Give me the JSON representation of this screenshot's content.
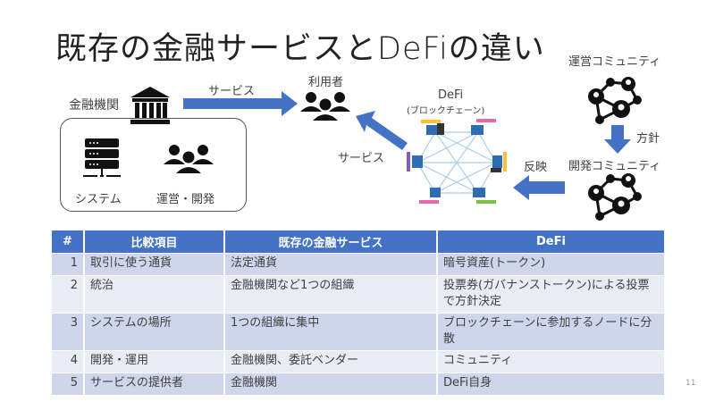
{
  "slide": {
    "title": "既存の金融サービスとDeFiの違い",
    "page_number": "11"
  },
  "diagram": {
    "financial_institution": "金融機関",
    "service_arrow_label": "サービス",
    "users_label": "利用者",
    "system_label": "システム",
    "operation_label": "運営・開発",
    "defi_label": "DeFi",
    "blockchain_label": "(ブロックチェーン)",
    "defi_service_label": "サービス",
    "ops_community_label": "運営コミュニティ",
    "policy_label": "方針",
    "dev_community_label": "開発コミュニティ",
    "reflect_label": "反映",
    "accent_color": "#4472c4"
  },
  "table": {
    "headers": [
      "#",
      "比較項目",
      "既存の金融サービス",
      "DeFi"
    ],
    "rows": [
      {
        "num": "1",
        "item": "取引に使う通貨",
        "existing": "法定通貨",
        "defi": "暗号資産(トークン)"
      },
      {
        "num": "2",
        "item": "統治",
        "existing": "金融機関など1つの組織",
        "defi": "投票券(ガバナンストークン)による投票で方針決定"
      },
      {
        "num": "3",
        "item": "システムの場所",
        "existing": "1つの組織に集中",
        "defi": "ブロックチェーンに参加するノードに分散"
      },
      {
        "num": "4",
        "item": "開発・運用",
        "existing": "金融機関、委託ベンダー",
        "defi": "コミュニティ"
      },
      {
        "num": "5",
        "item": "サービスの提供者",
        "existing": "金融機関",
        "defi": "DeFi自身"
      }
    ]
  }
}
